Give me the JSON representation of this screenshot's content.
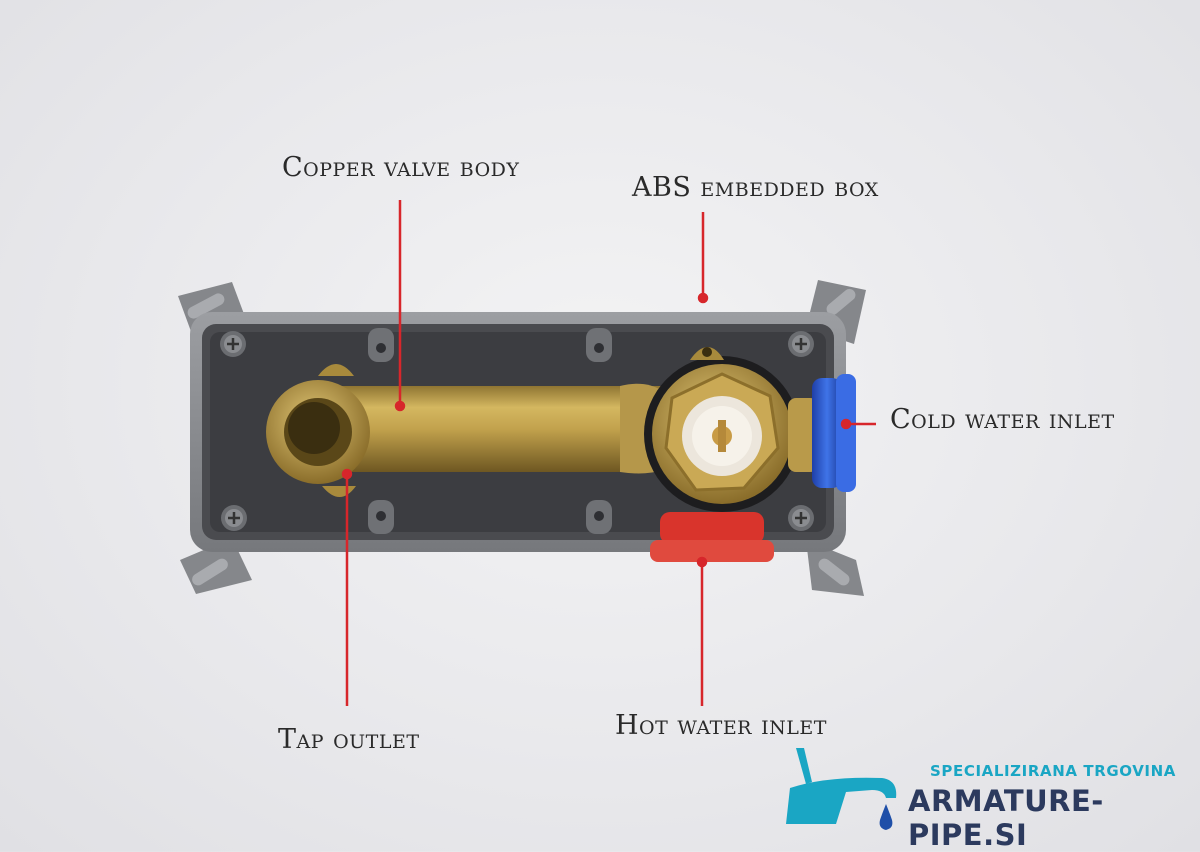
{
  "labels": {
    "copper_valve_body": "Copper valve body",
    "abs_embedded_box": "ABS embedded box",
    "cold_water_inlet": "Cold water inlet",
    "tap_outlet": "Tap outlet",
    "hot_water_inlet": "Hot water inlet"
  },
  "brand": {
    "tagline": "SPECIALIZIRANA TRGOVINA",
    "name": "ARMATURE-PIPE.SI",
    "logo_icon": "faucet-with-drop-icon"
  },
  "colors": {
    "pointer": "#d7262b",
    "brand_cyan": "#1aa6c4",
    "brand_navy": "#2c3a5e",
    "box_gray": "#8a8c90",
    "brass": "#b89845",
    "cold_blue": "#2a5fd0",
    "hot_red": "#d9342c"
  }
}
